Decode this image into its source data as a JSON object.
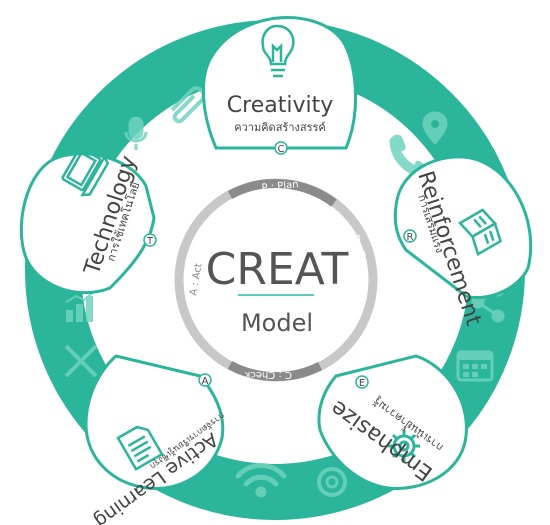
{
  "center": {
    "title": "CREAT",
    "subtitle": "Model"
  },
  "inner_ring": {
    "plan": "P : Plan",
    "do": "D : Do",
    "check": "C : Check",
    "act": "A : Act"
  },
  "leaves": {
    "creativity": {
      "title": "Creativity",
      "subtitle": "ความคิดสร้างสรรค์",
      "letter": "C"
    },
    "reinforcement": {
      "title": "Reinforcement",
      "subtitle": "การเสริมแรง",
      "letter": "R"
    },
    "emphasize": {
      "title": "Emphasize",
      "subtitle": "การเน้นย้ำความรู้",
      "letter": "E"
    },
    "active_learning": {
      "title": "Active Learning",
      "subtitle": "การจัดการเรียนรู้เชิงรุก",
      "letter": "A"
    },
    "technology": {
      "title": "Technology",
      "subtitle": "การใช้เทคโนโลยี",
      "letter": "T"
    }
  },
  "colors": {
    "teal": "#2bb59a",
    "teal_light": "#5cc9b2",
    "ring_gray": "#9a9a9a",
    "ring_dark": "#7a7a7a",
    "leaf_border": "#2bb59a",
    "text": "#4a4a4a"
  },
  "icons": [
    "lightbulb-icon",
    "book-icon",
    "gear-icon",
    "document-icon",
    "laptop-icon",
    "phone-icon",
    "map-pin-icon",
    "share-icon",
    "calendar-icon",
    "at-sign-icon",
    "wifi-icon",
    "tools-icon",
    "bar-chart-icon",
    "microphone-icon",
    "paperclip-icon"
  ]
}
